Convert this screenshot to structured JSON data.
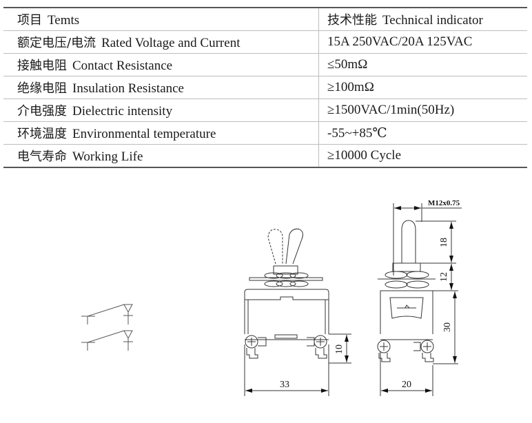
{
  "spec_table": {
    "header": {
      "item_zh": "项目",
      "item_en": "Temts",
      "value_zh": "技术性能",
      "value_en": "Technical indicator"
    },
    "rows": [
      {
        "zh": "额定电压/电流",
        "en": "Rated  Voltage and Current",
        "value": "15A  250VAC/20A  125VAC"
      },
      {
        "zh": "接触电阻",
        "en": "Contact Resistance",
        "value": "≤50mΩ"
      },
      {
        "zh": "绝缘电阻",
        "en": "Insulation  Resistance",
        "value": "≥100mΩ"
      },
      {
        "zh": "介电强度",
        "en": "Dielectric intensity",
        "value": "≥1500VAC/1min(50Hz)"
      },
      {
        "zh": "环境温度",
        "en": "Environmental temperature",
        "value": "-55~+85℃"
      },
      {
        "zh": "电气寿命",
        "en": "Working Life",
        "value": "≥10000 Cycle"
      }
    ]
  },
  "drawing": {
    "thread_label": "M12x0.75",
    "dim_lever": "18",
    "dim_bushing": "12",
    "dim_body_height": "30",
    "dim_terminal": "10",
    "dim_width": "33",
    "dim_depth": "20"
  }
}
